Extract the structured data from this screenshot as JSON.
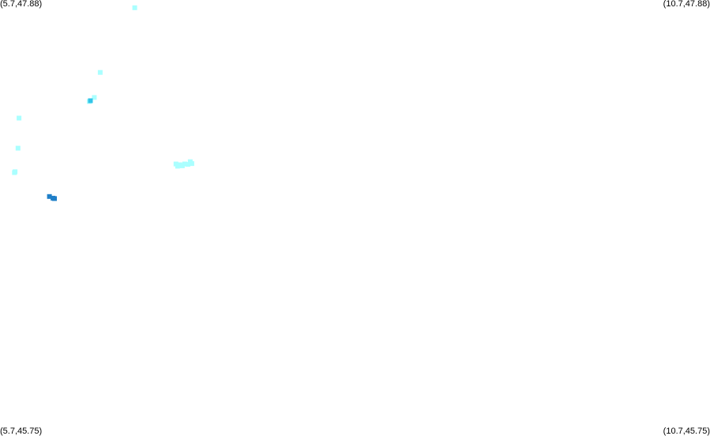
{
  "corners": {
    "top_left": "(5.7,47.88)",
    "top_right": "(10.7,47.88)",
    "bottom_left": "(5.7,45.75)",
    "bottom_right": "(10.7,45.75)"
  },
  "bounds": {
    "lon_min": 5.7,
    "lon_max": 10.7,
    "lat_min": 45.75,
    "lat_max": 47.88
  },
  "colors": {
    "light": "#aaffff",
    "medium": "#33c4e8",
    "dark": "#1f7fc8"
  },
  "points": [
    {
      "lon": 6.649,
      "lat": 47.842,
      "tone": "light"
    },
    {
      "lon": 6.406,
      "lat": 47.526,
      "tone": "light"
    },
    {
      "lon": 6.364,
      "lat": 47.404,
      "tone": "light"
    },
    {
      "lon": 6.329,
      "lat": 47.384,
      "tone": "light"
    },
    {
      "lon": 6.337,
      "lat": 47.388,
      "tone": "medium"
    },
    {
      "lon": 5.834,
      "lat": 47.303,
      "tone": "light"
    },
    {
      "lon": 5.827,
      "lat": 47.156,
      "tone": "light"
    },
    {
      "lon": 5.806,
      "lat": 47.041,
      "tone": "light"
    },
    {
      "lon": 5.802,
      "lat": 47.037,
      "tone": "light"
    },
    {
      "lon": 6.939,
      "lat": 47.079,
      "tone": "light"
    },
    {
      "lon": 6.951,
      "lat": 47.068,
      "tone": "light"
    },
    {
      "lon": 6.967,
      "lat": 47.075,
      "tone": "light"
    },
    {
      "lon": 6.984,
      "lat": 47.07,
      "tone": "light"
    },
    {
      "lon": 7.001,
      "lat": 47.079,
      "tone": "light"
    },
    {
      "lon": 7.023,
      "lat": 47.077,
      "tone": "light"
    },
    {
      "lon": 7.04,
      "lat": 47.09,
      "tone": "light"
    },
    {
      "lon": 7.051,
      "lat": 47.081,
      "tone": "light"
    },
    {
      "lon": 6.048,
      "lat": 46.92,
      "tone": "dark"
    },
    {
      "lon": 6.073,
      "lat": 46.912,
      "tone": "dark"
    },
    {
      "lon": 6.084,
      "lat": 46.91,
      "tone": "dark"
    }
  ]
}
